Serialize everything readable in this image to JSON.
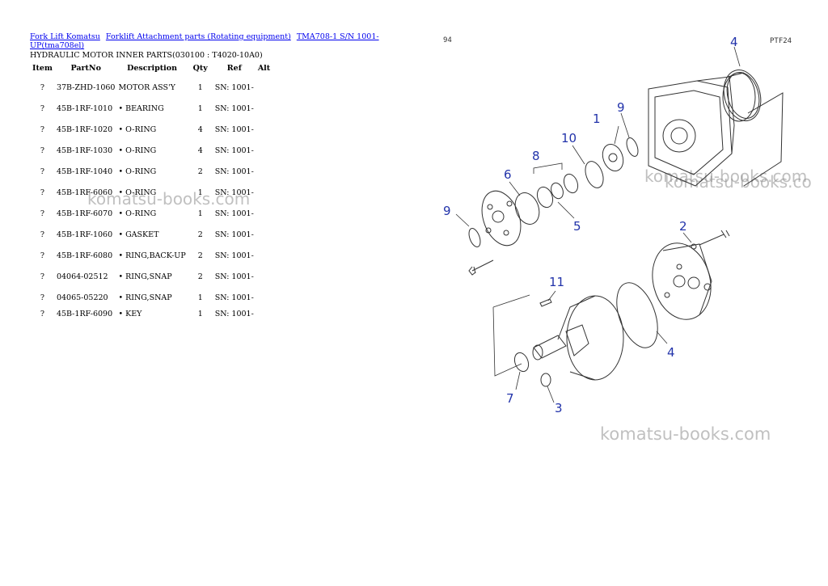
{
  "breadcrumb": {
    "items": [
      "Fork Lift Komatsu",
      "Forklift Attachment parts (Rotating equipment)",
      "TMA708-1 S/N 1001-UP(tma708el)"
    ]
  },
  "subtitle": "HYDRAULIC MOTOR INNER PARTS(030100 : T4020-10A0)",
  "table": {
    "headers": [
      "Item",
      "PartNo",
      "Description",
      "Qty",
      "Ref",
      "Alt"
    ],
    "rows": [
      {
        "item": "?",
        "partno": "37B-ZHD-1060",
        "desc": "MOTOR ASS'Y",
        "qty": "1",
        "ref": "SN: 1001-",
        "alt": ""
      },
      {
        "item": "?",
        "partno": "45B-1RF-1010",
        "desc": "• BEARING",
        "qty": "1",
        "ref": "SN: 1001-",
        "alt": ""
      },
      {
        "item": "?",
        "partno": "45B-1RF-1020",
        "desc": "• O-RING",
        "qty": "4",
        "ref": "SN: 1001-",
        "alt": ""
      },
      {
        "item": "?",
        "partno": "45B-1RF-1030",
        "desc": "• O-RING",
        "qty": "4",
        "ref": "SN: 1001-",
        "alt": ""
      },
      {
        "item": "?",
        "partno": "45B-1RF-1040",
        "desc": "• O-RING",
        "qty": "2",
        "ref": "SN: 1001-",
        "alt": ""
      },
      {
        "item": "?",
        "partno": "45B-1RF-6060",
        "desc": "• O-RING",
        "qty": "1",
        "ref": "SN: 1001-",
        "alt": ""
      },
      {
        "item": "?",
        "partno": "45B-1RF-6070",
        "desc": "• O-RING",
        "qty": "1",
        "ref": "SN: 1001-",
        "alt": ""
      },
      {
        "item": "?",
        "partno": "45B-1RF-1060",
        "desc": "• GASKET",
        "qty": "2",
        "ref": "SN: 1001-",
        "alt": ""
      },
      {
        "item": "?",
        "partno": "45B-1RF-6080",
        "desc": "• RING,BACK-UP",
        "qty": "2",
        "ref": "SN: 1001-",
        "alt": ""
      },
      {
        "item": "?",
        "partno": "04064-02512",
        "desc": "• RING,SNAP",
        "qty": "2",
        "ref": "SN: 1001-",
        "alt": ""
      },
      {
        "item": "?",
        "partno": "04065-05220",
        "desc": "• RING,SNAP",
        "qty": "1",
        "ref": "SN: 1001-",
        "alt": ""
      },
      {
        "item": "?",
        "partno": "45B-1RF-6090",
        "desc": "• KEY",
        "qty": "1",
        "ref": "SN: 1001-",
        "alt": ""
      }
    ]
  },
  "watermarks": [
    "komatsu-books.com",
    "komatsu-books.com",
    "komatsu-books.co",
    "komatsu-books.com"
  ],
  "diagram": {
    "page_ref": "94",
    "code": "PTF24",
    "callouts": [
      "4",
      "1",
      "9",
      "10",
      "8",
      "6",
      "9",
      "5",
      "2",
      "11",
      "4",
      "7",
      "3"
    ]
  }
}
